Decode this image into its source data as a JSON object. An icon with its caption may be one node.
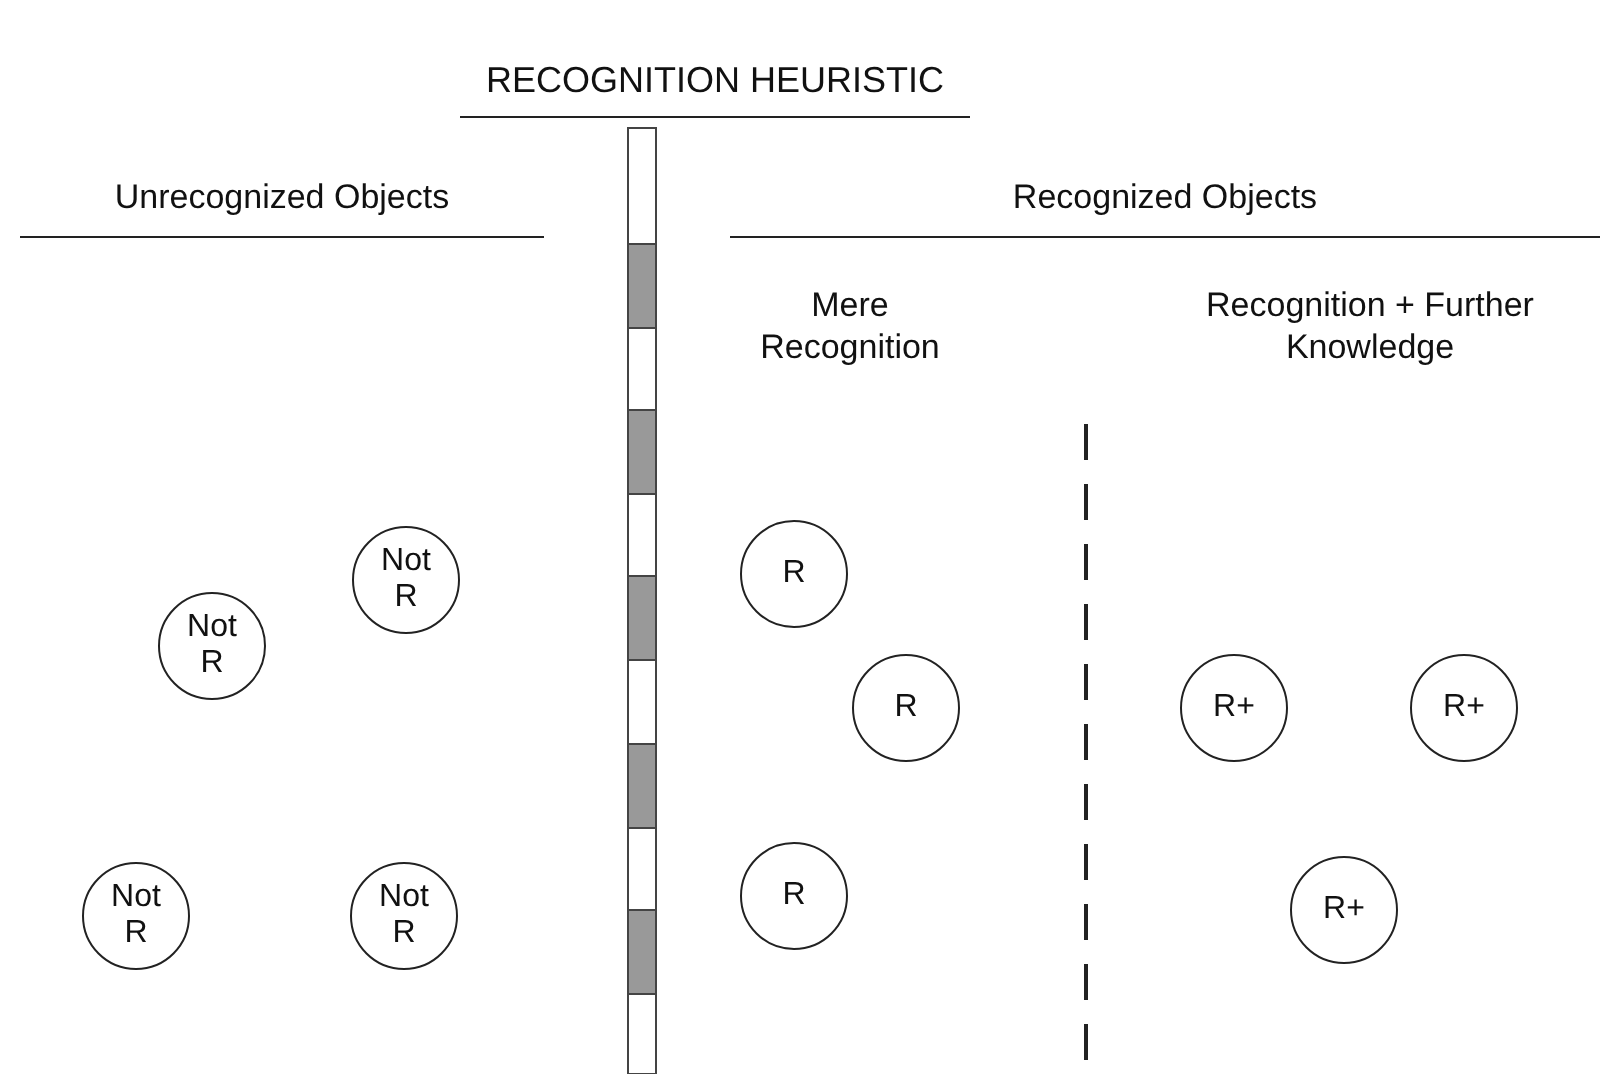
{
  "diagram": {
    "title": "RECOGNITION HEURISTIC",
    "nodes": [
      {
        "text": [
          "Not R"
        ]
      },
      {
        "text": [
          "Not R"
        ]
      },
      {
        "text": [
          "Not R"
        ]
      },
      {
        "text": [
          "Not R"
        ]
      },
      {
        "text": [
          "R"
        ]
      },
      {
        "text": [
          "R"
        ]
      },
      {
        "text": [
          "R"
        ]
      },
      {
        "text": [
          "R+"
        ]
      },
      {
        "text": [
          "R+"
        ]
      },
      {
        "text": [
          "R+"
        ]
      }
    ],
    "labels": [
      "Unrecognized Objects",
      "Recognized Objects",
      "Mere Recognition",
      "Recognition + Further Knowledge"
    ]
  }
}
